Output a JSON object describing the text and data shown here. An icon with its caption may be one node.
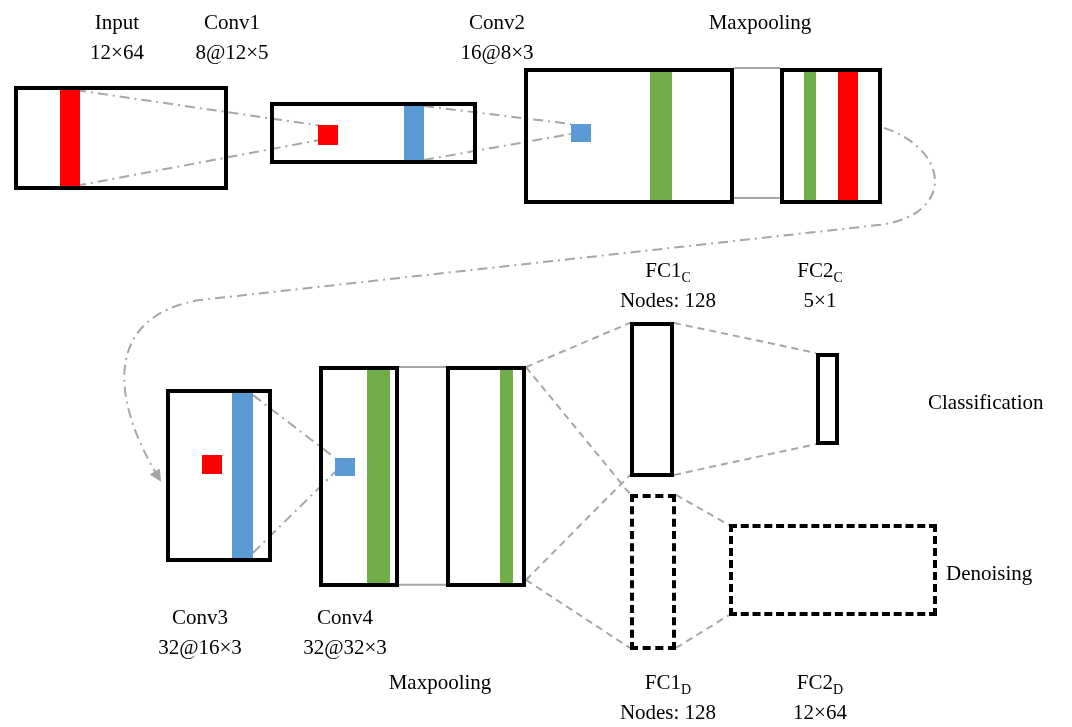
{
  "diagram": {
    "nodes": [
      {
        "text": [
          "Input",
          "12×64"
        ]
      },
      {
        "text": [
          "Conv1",
          "8@12×5"
        ]
      },
      {
        "text": [
          "Conv2",
          "16@8×3"
        ]
      },
      {
        "text": [
          "Maxpooling"
        ]
      },
      {
        "text": [
          "Conv3",
          "32@16×3"
        ]
      },
      {
        "text": [
          "Conv4",
          "32@32×3"
        ]
      },
      {
        "text": [
          "Maxpooling"
        ]
      },
      {
        "text": [
          "FC1$_{C}$",
          "Nodes: 128"
        ]
      },
      {
        "text": [
          "FC2$_{C}$",
          "5×1"
        ]
      },
      {
        "text": [
          "FC1$_{D}$",
          "Nodes: 128"
        ]
      },
      {
        "text": [
          "FC2$_{D}$",
          "12×64"
        ],
        "beside": [
          "Denoising"
        ]
      }
    ],
    "edges": [
      {
        "from": 0,
        "to": 1,
        "arrow": "none",
        "style": "dashed"
      },
      {
        "from": 0,
        "to": 1,
        "arrow": "none",
        "style": "dashed"
      },
      {
        "from": 1,
        "to": 2,
        "arrow": "none",
        "style": "dashed"
      },
      {
        "from": 1,
        "to": 2,
        "arrow": "none",
        "style": "dashed"
      },
      {
        "from": 2,
        "to": 3,
        "arrow": "none"
      },
      {
        "from": 2,
        "to": 3,
        "arrow": "none"
      },
      {
        "from": 3,
        "to": 4,
        "arrow": "to",
        "style": "dashed"
      },
      {
        "from": 4,
        "to": 5,
        "arrow": "none",
        "style": "dashed"
      },
      {
        "from": 4,
        "to": 5,
        "arrow": "none",
        "style": "dashed"
      },
      {
        "from": 5,
        "to": 6,
        "arrow": "none"
      },
      {
        "from": 5,
        "to": 6,
        "arrow": "none"
      },
      {
        "from": 6,
        "to": 7,
        "arrow": "none",
        "style": "dashed"
      },
      {
        "from": 6,
        "to": 7,
        "arrow": "none",
        "style": "dashed"
      },
      {
        "from": 6,
        "to": 9,
        "arrow": "none",
        "style": "dashed"
      },
      {
        "from": 6,
        "to": 9,
        "arrow": "none",
        "style": "dashed"
      },
      {
        "from": 7,
        "to": 8,
        "arrow": "none",
        "style": "dashed"
      },
      {
        "from": 7,
        "to": 8,
        "arrow": "none",
        "style": "dashed"
      },
      {
        "from": 9,
        "to": 10,
        "arrow": "none",
        "style": "dashed"
      },
      {
        "from": 9,
        "to": 10,
        "arrow": "none",
        "style": "dashed"
      }
    ],
    "labels": [
      "Classification"
    ]
  }
}
